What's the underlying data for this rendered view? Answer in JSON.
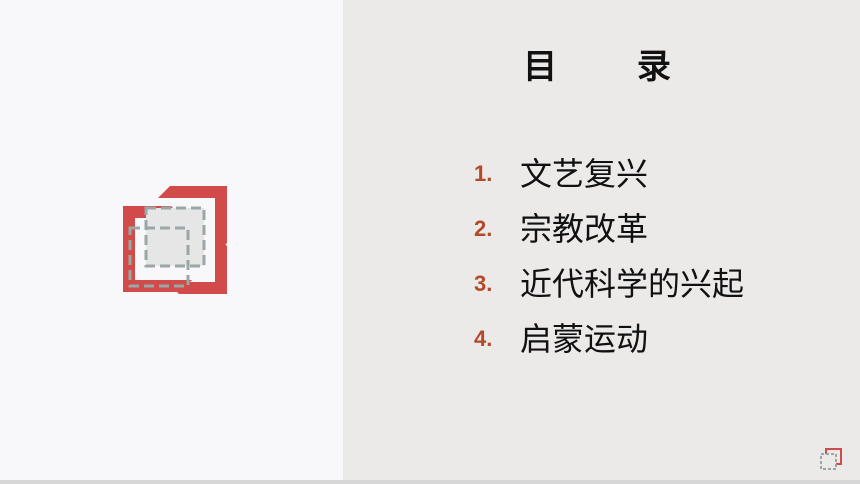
{
  "slide": {
    "title": "目 录",
    "toc": [
      {
        "number": "1.",
        "label": "文艺复兴"
      },
      {
        "number": "2.",
        "label": "宗教改革"
      },
      {
        "number": "3.",
        "label": "近代科学的兴起"
      },
      {
        "number": "4.",
        "label": "启蒙运动"
      }
    ]
  },
  "icons": {
    "logo": "overlapping-squares-icon",
    "corner": "overlapping-squares-icon"
  },
  "colors": {
    "accent_red": "#d24b4b",
    "number_brown": "#b24a2a",
    "dashed_gray": "#9aa7a6",
    "right_panel_bg": "#ece9e9",
    "left_panel_bg": "#f8f8fa"
  }
}
